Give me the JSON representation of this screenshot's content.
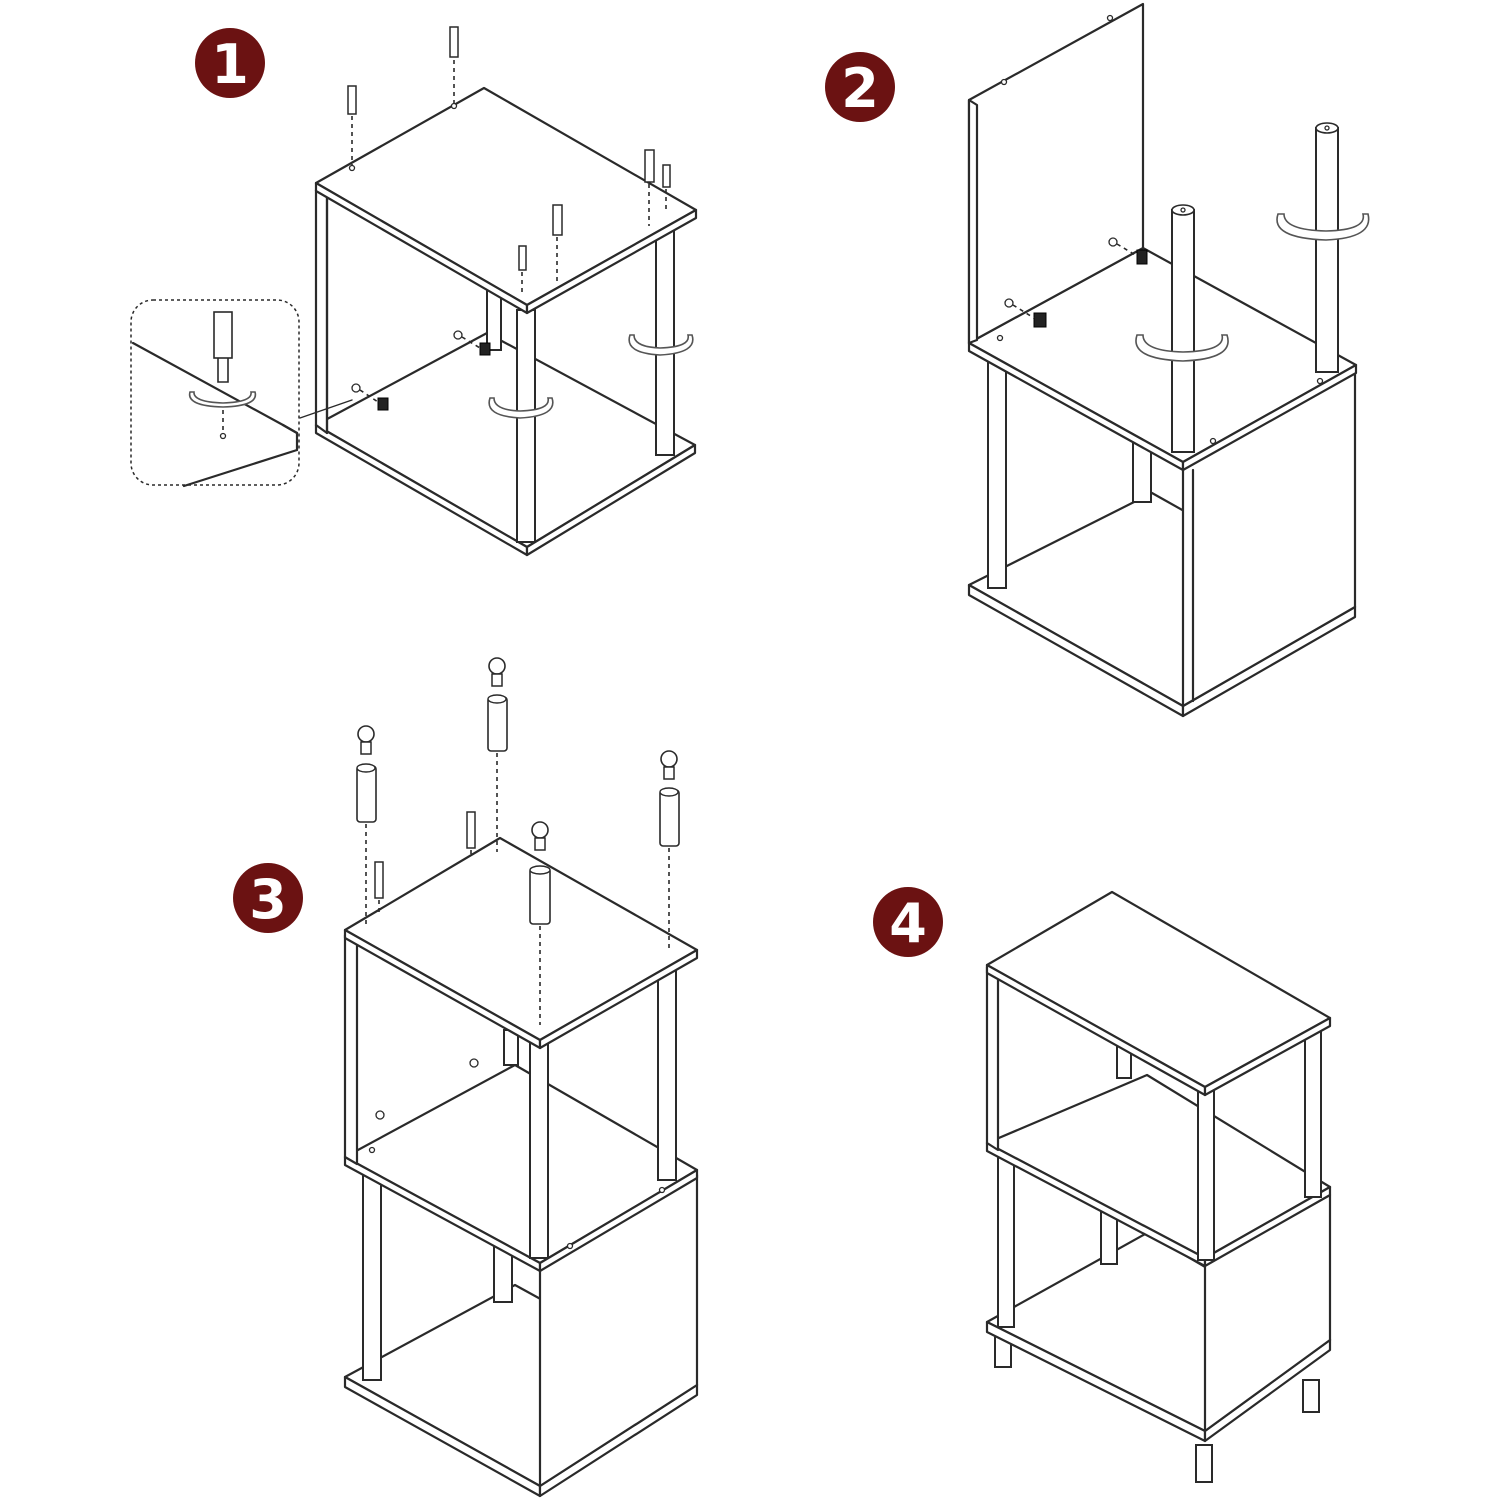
{
  "badge_color": "#6b1212",
  "steps": [
    {
      "number": "1"
    },
    {
      "number": "2"
    },
    {
      "number": "3"
    },
    {
      "number": "4"
    }
  ]
}
